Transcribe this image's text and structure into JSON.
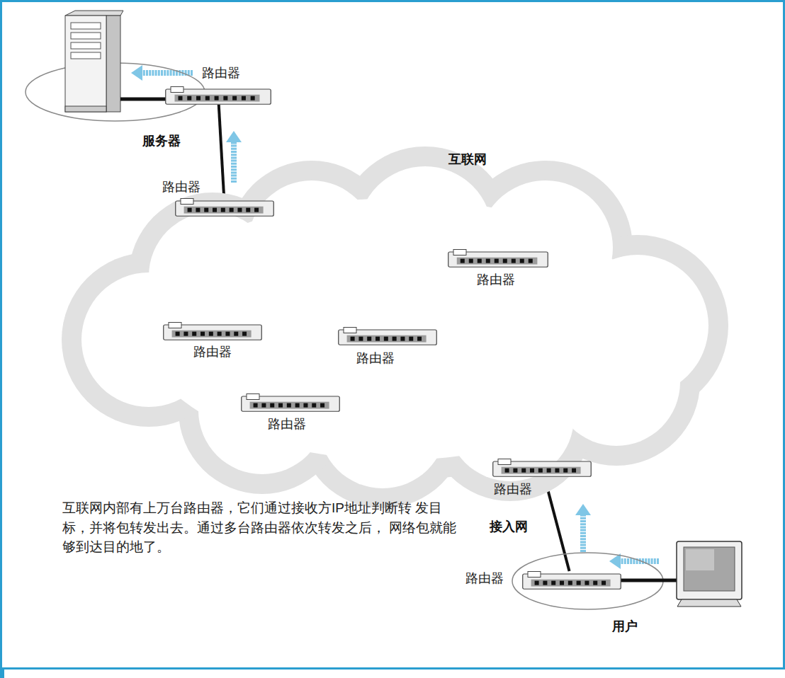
{
  "diagram": {
    "caption": "互联网内部有上万台路由器，它们通过接收方IP地址判断转 发目标，并将包转发出去。通过多台路由器依次转发之后， 网络包就能够到达目的地了。",
    "nodes": [
      {
        "text": [
          "服务器"
        ]
      },
      {
        "text": [
          "路由器"
        ],
        "in": 0
      },
      {
        "text": [
          "互联网"
        ]
      },
      {
        "text": [
          "路由器"
        ],
        "in": 2
      },
      {
        "text": [
          "路由器"
        ],
        "in": 2
      },
      {
        "text": [
          "路由器"
        ],
        "in": 2
      },
      {
        "text": [
          "路由器"
        ],
        "in": 2
      },
      {
        "text": [
          "路由器"
        ],
        "in": 2
      },
      {
        "text": [
          "路由器"
        ],
        "in": 2
      },
      {
        "text": [
          "用户"
        ]
      },
      {
        "text": [
          "路由器"
        ],
        "in": 9
      }
    ],
    "edges": [
      {
        "from": 1,
        "to": 3,
        "arrow": "none"
      },
      {
        "from": 3,
        "to": 6,
        "arrow": "none"
      },
      {
        "from": 6,
        "to": 8,
        "arrow": "none"
      },
      {
        "from": 8,
        "to": 10,
        "arrow": "none"
      }
    ],
    "labels": [
      "接入网"
    ]
  }
}
